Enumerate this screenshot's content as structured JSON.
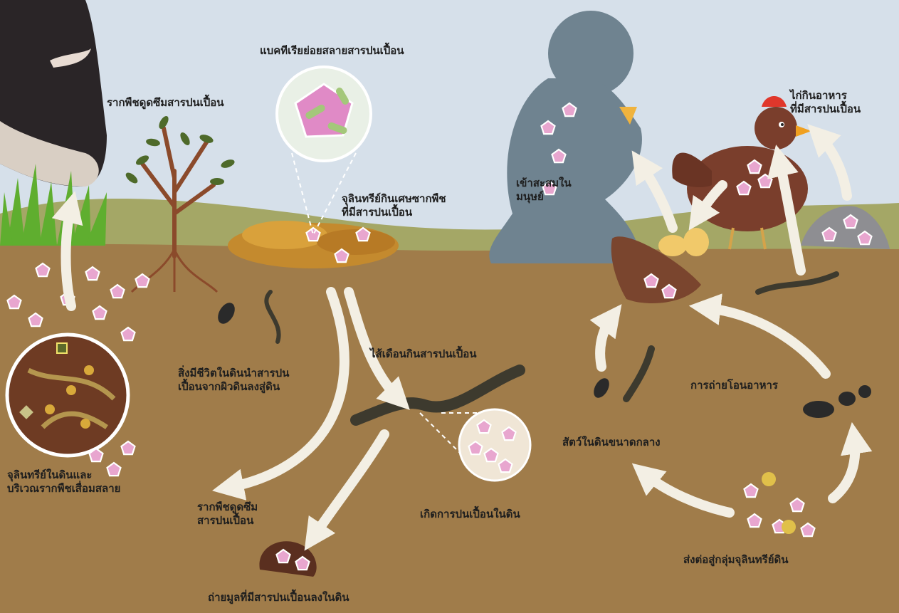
{
  "labels": {
    "bacteria": [
      "แบคทีเรียย่อยสลายสารปนเปื้อน"
    ],
    "plant_root_absorb": [
      "รากพืชดูดซึมสารปนเปื้อน"
    ],
    "microbe_eat_plant_debris": [
      "จุลินทรีย์กินเศษซากพืช",
      "ที่มีสารปนเปื้อน"
    ],
    "accumulate_human": [
      "เข้าสะสมใน",
      "มนุษย์"
    ],
    "chicken_eats": [
      "ไก่กินอาหาร",
      "ที่มีสารปนเปื้อน"
    ],
    "soil_organisms_carry": [
      "สิ่งมีชีวิตในดินนำสารปน",
      "เปื้อนจากผิวดินลงสู่ดิน"
    ],
    "earthworm_eats": [
      "ไส้เดือนกินสารปนเปื้อน"
    ],
    "food_transfer": [
      "การถ่ายโอนอาหาร"
    ],
    "medium_soil_animals": [
      "สัตว์ในดินขนาดกลาง"
    ],
    "soil_root_microbes_degrade": [
      "จุลินทรีย์ในดินและ",
      "บริเวณรากพืชเสื่อมสลาย"
    ],
    "root_absorb_2": [
      "รากพืชดูดซึม",
      "สารปนเปื้อน"
    ],
    "soil_contamination": [
      "เกิดการปนเปื้อนในดิน"
    ],
    "pass_to_microbes": [
      "ส่งต่อสู่กลุ่มจุลินทรีย์ดิน"
    ],
    "excrete": [
      "ถ่ายมูลที่มีสารปนเปื้อนลงในดิน"
    ]
  },
  "colors": {
    "sky": "#d6e0ea",
    "soil": "#a07c4a",
    "hill": "#a4a766",
    "contaminant": "#e8a6cf",
    "arrow": "#f3efe4",
    "human_silhouette": "#6f8390",
    "hen": "#7a3e2c",
    "worm": "#3d3a2e"
  }
}
